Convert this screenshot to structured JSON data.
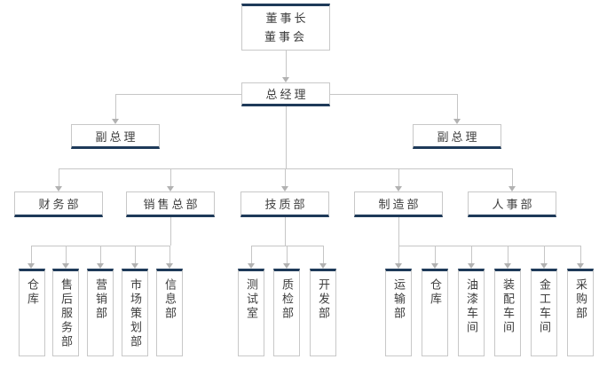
{
  "org_chart": {
    "type": "org-chart-diagram",
    "colors": {
      "accent_bar": "#1e3a59",
      "box_border": "#c8c8c8",
      "connector_line": "#c6c6c6",
      "arrowhead": "#b2b2b2",
      "text": "#3d3d3d",
      "background": "#ffffff"
    },
    "nodes": {
      "board": {
        "label": "董事长\n董事会",
        "reports_to": null
      },
      "general_manager": {
        "label": "总经理",
        "reports_to": "board"
      },
      "vp_left": {
        "label": "副总理",
        "reports_to": "general_manager"
      },
      "vp_right": {
        "label": "副总理",
        "reports_to": "general_manager"
      },
      "finance": {
        "label": "财务部",
        "reports_to": "general_manager"
      },
      "sales_hq": {
        "label": "销售总部",
        "reports_to": "general_manager"
      },
      "tech_quality": {
        "label": "技质部",
        "reports_to": "general_manager"
      },
      "manufacturing": {
        "label": "制造部",
        "reports_to": "general_manager"
      },
      "hr": {
        "label": "人事部",
        "reports_to": "general_manager"
      },
      "warehouse_sales": {
        "label": "仓库",
        "reports_to": "sales_hq"
      },
      "after_sales_service": {
        "label": "售后服务部",
        "reports_to": "sales_hq"
      },
      "marketing": {
        "label": "营销部",
        "reports_to": "sales_hq"
      },
      "market_planning": {
        "label": "市场策划部",
        "reports_to": "sales_hq"
      },
      "information": {
        "label": "信息部",
        "reports_to": "sales_hq"
      },
      "test_room": {
        "label": "测试室",
        "reports_to": "tech_quality"
      },
      "quality_inspection": {
        "label": "质检部",
        "reports_to": "tech_quality"
      },
      "development": {
        "label": "开发部",
        "reports_to": "tech_quality"
      },
      "transport": {
        "label": "运输部",
        "reports_to": "manufacturing"
      },
      "warehouse_mfg": {
        "label": "仓库",
        "reports_to": "manufacturing"
      },
      "paint_workshop": {
        "label": "油漆车间",
        "reports_to": "manufacturing"
      },
      "assembly_workshop": {
        "label": "装配车间",
        "reports_to": "manufacturing"
      },
      "metalwork_workshop": {
        "label": "金工车间",
        "reports_to": "manufacturing"
      },
      "purchasing": {
        "label": "采购部",
        "reports_to": "manufacturing"
      }
    }
  }
}
